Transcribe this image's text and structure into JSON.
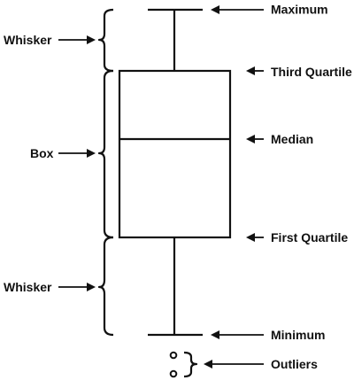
{
  "labels": {
    "maximum": "Maximum",
    "third_quartile": "Third Quartile",
    "median": "Median",
    "first_quartile": "First Quartile",
    "minimum": "Minimum",
    "outliers": "Outliers",
    "whisker_top": "Whisker",
    "box": "Box",
    "whisker_bottom": "Whisker"
  }
}
